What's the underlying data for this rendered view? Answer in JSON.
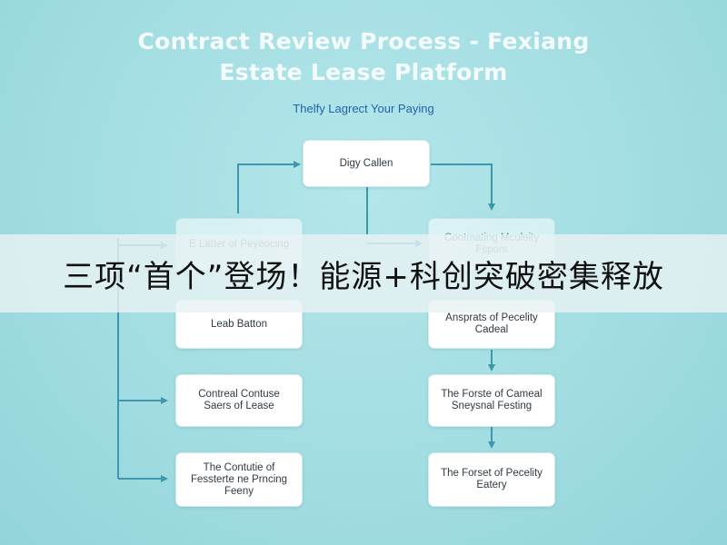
{
  "header": {
    "title_line1": "Contract Review Process - Fexiang",
    "title_line2": "Estate Lease Platform",
    "subtitle": "Thelfy Lagrect Your Paying"
  },
  "flowchart": {
    "top_node": "Digy Callen",
    "left_column": [
      "E Latter of Peyeocing",
      "Leab Batton",
      "Contreal Contuse Saers of Lease",
      "The Contutie of Fessterte ne Prncing Feeny"
    ],
    "right_column": [
      "Contmating Mculeity Fspors",
      "Ansprats of Pecelity Cadeal",
      "The Forste of Cameal Sneysnal Festing",
      "The Forset of Pecelity Eatery"
    ]
  },
  "banner": {
    "text": "三项“首个”登场！能源+科创突破密集释放"
  },
  "colors": {
    "background": "#9fdbe0",
    "connector": "#3d97ad",
    "subtitle": "#1f63a8",
    "title": "#f4fbfc"
  }
}
